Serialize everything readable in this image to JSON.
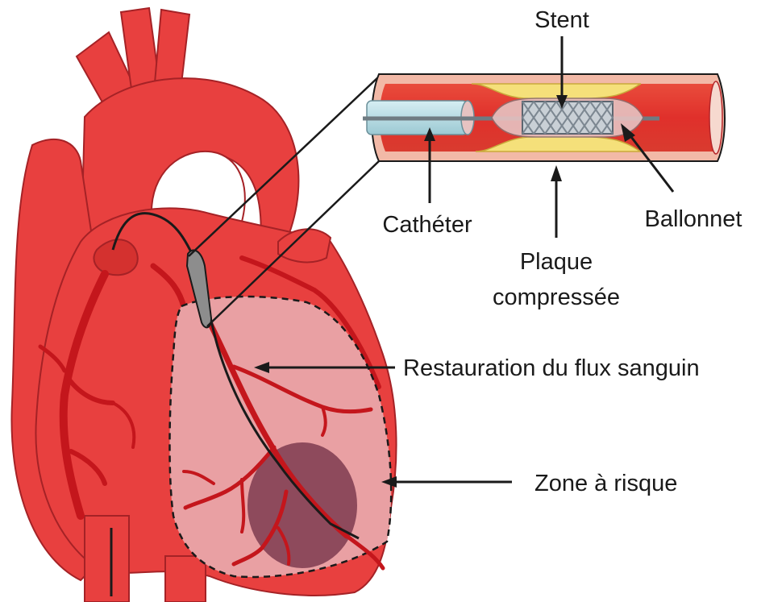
{
  "labels": {
    "stent": "Stent",
    "catheter": "Cathéter",
    "balloon": "Ballonnet",
    "plaque_line1": "Plaque",
    "plaque_line2": "compressée",
    "flow": "Restauration du flux sanguin",
    "risk": "Zone à risque"
  },
  "colors": {
    "heart_red": "#e8403f",
    "heart_outline": "#b5262a",
    "vessel_dark": "#c4161c",
    "risk_zone": "#e9a0a3",
    "infarct": "#8e4a5c",
    "plaque_yellow": "#f5e07a",
    "stent_gray": "#a9b2bb",
    "balloon_tint": "#e6c3c2",
    "vessel_wall": "#f2b9a7"
  }
}
